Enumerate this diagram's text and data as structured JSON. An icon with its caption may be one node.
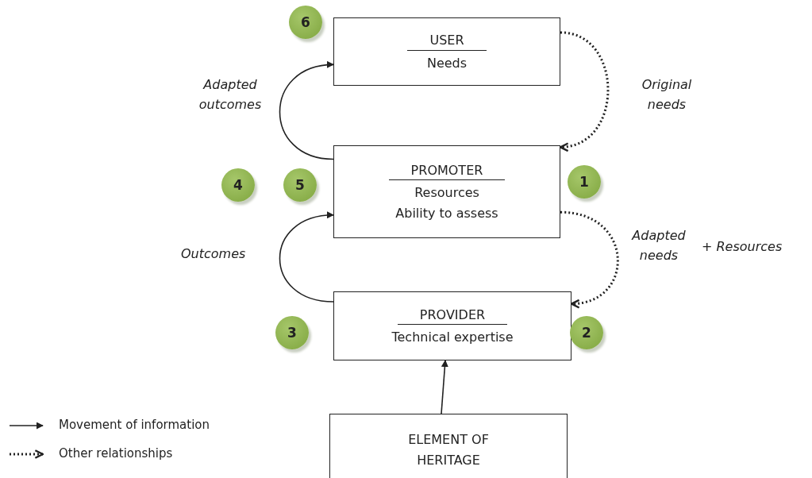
{
  "diagram": {
    "nodes": [
      {
        "text": [
          "USER",
          "Needs"
        ]
      },
      {
        "text": [
          "PROMOTER",
          "Resources",
          "Ability to assess"
        ]
      },
      {
        "text": [
          "PROVIDER",
          "Technical expertise"
        ]
      },
      {
        "text": [
          "ELEMENT OF HERITAGE"
        ]
      }
    ],
    "edges": [
      {
        "from": 0,
        "to": 1,
        "arrow": "to",
        "label": "Original needs",
        "style": "dashed"
      },
      {
        "from": 1,
        "to": 0,
        "arrow": "to",
        "label": "Adapted outcomes"
      },
      {
        "from": 1,
        "to": 2,
        "arrow": "to",
        "label": "Adapted needs",
        "style": "dashed"
      },
      {
        "from": 2,
        "to": 1,
        "arrow": "to",
        "label": "Outcomes"
      },
      {
        "from": 3,
        "to": 2,
        "arrow": "to"
      }
    ],
    "labels": [
      "6",
      "4",
      "5",
      "1",
      "3",
      "2",
      "+ Resources"
    ],
    "legend": [
      {
        "text": "Movement of information"
      },
      {
        "text": "Other relationships"
      }
    ]
  }
}
